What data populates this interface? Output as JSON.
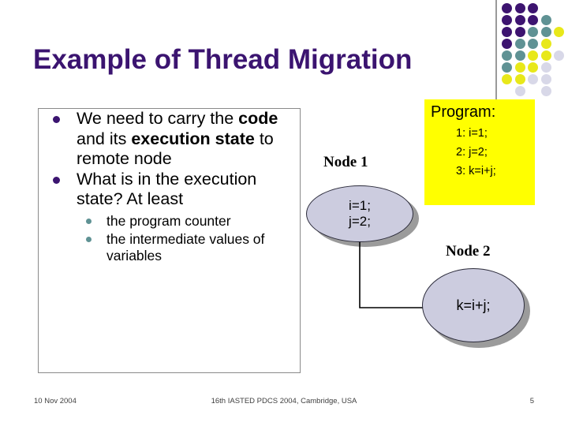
{
  "slide": {
    "title": "Example of Thread Migration",
    "title_color": "#3b1470"
  },
  "content": {
    "bullets": [
      {
        "level": 1,
        "parts": [
          {
            "text": "We need to carry the ",
            "bold": false
          },
          {
            "text": "code",
            "bold": true
          },
          {
            "text": " and its ",
            "bold": false
          },
          {
            "text": "execution state",
            "bold": true
          },
          {
            "text": " to remote node",
            "bold": false
          }
        ],
        "plain": "We need to carry the code and its execution state to remote node"
      },
      {
        "level": 1,
        "parts": [
          {
            "text": "What is in the execution state? At least",
            "bold": false
          }
        ],
        "plain": "What is in the execution state? At least"
      }
    ],
    "sub_bullets": [
      "the program counter",
      "the intermediate values of variables"
    ],
    "bullet_color_level1": "#3b1470",
    "bullet_color_level2": "#5f9294"
  },
  "program_box": {
    "title": "Program:",
    "lines": [
      "1: i=1;",
      "2: j=2;",
      "3: k=i+j;"
    ],
    "background": "#ffff00"
  },
  "diagram": {
    "node1_label": "Node 1",
    "node2_label": "Node 2",
    "node1_line1": "i=1;",
    "node1_line2": "j=2;",
    "node2_text": "k=i+j;",
    "node_fill": "#ccccdf",
    "node_border": "#2b2b3a",
    "shadow_color": "#9b9b9b"
  },
  "footer": {
    "date": "10 Nov 2004",
    "conference": "16th IASTED PDCS 2004, Cambridge, USA",
    "page_number": "5"
  },
  "decor": {
    "rule_color": "#9a9a9a",
    "colors": {
      "purple": "#3d1470",
      "teal": "#5f9294",
      "yellow": "#e8e81a",
      "pale": "#d8d8e8"
    },
    "dot_rows": [
      [
        "purple",
        "purple",
        "purple",
        null,
        null
      ],
      [
        "purple",
        "purple",
        "purple",
        "teal",
        null
      ],
      [
        "purple",
        "purple",
        "teal",
        "teal",
        "yellow"
      ],
      [
        "purple",
        "teal",
        "teal",
        "yellow",
        null
      ],
      [
        "teal",
        "teal",
        "yellow",
        "yellow",
        "pale"
      ],
      [
        "teal",
        "yellow",
        "yellow",
        "pale",
        null
      ],
      [
        "yellow",
        "yellow",
        "pale",
        "pale",
        null
      ],
      [
        null,
        "pale",
        null,
        "pale",
        null
      ]
    ]
  }
}
